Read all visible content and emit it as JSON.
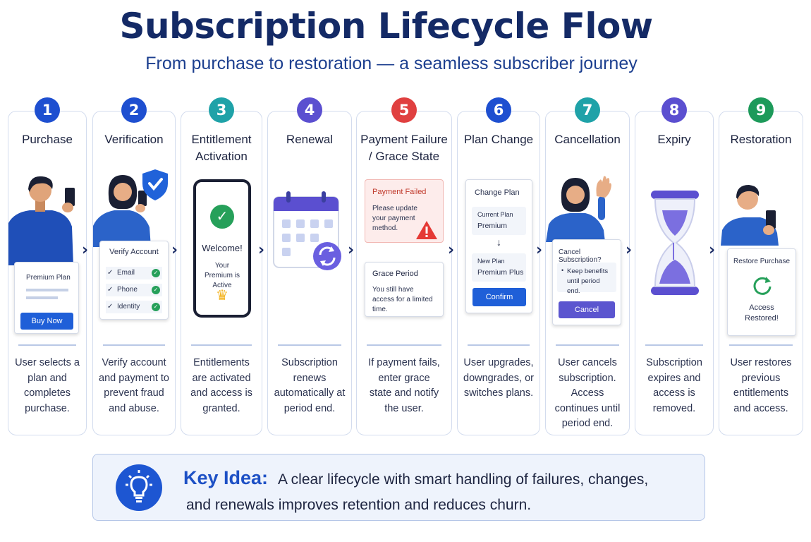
{
  "title": "Subscription Lifecycle Flow",
  "subtitle": "From purchase to restoration — a seamless subscriber journey",
  "steps": [
    {
      "number": "1",
      "title": "Purchase",
      "color": "#1e4fd0",
      "desc": "User selects a plan and completes purchase."
    },
    {
      "number": "2",
      "title": "Verification",
      "color": "#1e4fd0",
      "desc": "Verify account and payment to prevent fraud and abuse."
    },
    {
      "number": "3",
      "title": "Entitlement Activation",
      "color": "#1fa2a8",
      "desc": "Entitlements are activated and access is granted."
    },
    {
      "number": "4",
      "title": "Renewal",
      "color": "#5b4fd0",
      "desc": "Subscription renews automatically at period end."
    },
    {
      "number": "5",
      "title": "Payment Failure / Grace State",
      "color": "#e04040",
      "desc": "If payment fails, enter grace state and notify the user."
    },
    {
      "number": "6",
      "title": "Plan Change",
      "color": "#1e4fd0",
      "desc": "User upgrades, downgrades, or switches plans."
    },
    {
      "number": "7",
      "title": "Cancellation",
      "color": "#1fa2a8",
      "desc": "User cancels subscription. Access continues until period end."
    },
    {
      "number": "8",
      "title": "Expiry",
      "color": "#5b4fd0",
      "desc": "Subscription expires and access is removed."
    },
    {
      "number": "9",
      "title": "Restoration",
      "color": "#1d9a5a",
      "desc": "User restores previous entitlements and access."
    }
  ],
  "purchase_card": {
    "plan": "Premium Plan",
    "button": "Buy Now"
  },
  "verify_card": {
    "title": "Verify Account",
    "items": [
      "Email",
      "Phone",
      "Identity"
    ]
  },
  "activation_card": {
    "welcome": "Welcome!",
    "status": "Your Premium is Active"
  },
  "failure_card": {
    "title": "Payment Failed",
    "message": "Please update your payment method."
  },
  "grace_card": {
    "title": "Grace Period",
    "message": "You still have access for a limited time."
  },
  "plan_change_card": {
    "title": "Change Plan",
    "current_label": "Current Plan",
    "current_value": "Premium",
    "new_label": "New Plan",
    "new_value": "Premium Plus",
    "button": "Confirm"
  },
  "cancel_card": {
    "title": "Cancel Subscription?",
    "bullet": "Keep benefits until period end.",
    "button": "Cancel"
  },
  "restore_card": {
    "title": "Restore Purchase",
    "status": "Access Restored!"
  },
  "key_idea": {
    "label": "Key Idea:",
    "text_line1": "A clear lifecycle with smart handling of failures, changes,",
    "text_line2": "and renewals improves retention and reduces churn."
  },
  "icons": {
    "arrow": "arrow-right-icon",
    "bulb": "lightbulb-icon",
    "shield": "shield-check-icon",
    "calendar": "calendar-icon",
    "hourglass": "hourglass-icon",
    "restore": "refresh-icon",
    "crown": "crown-icon",
    "warning": "warning-icon"
  }
}
